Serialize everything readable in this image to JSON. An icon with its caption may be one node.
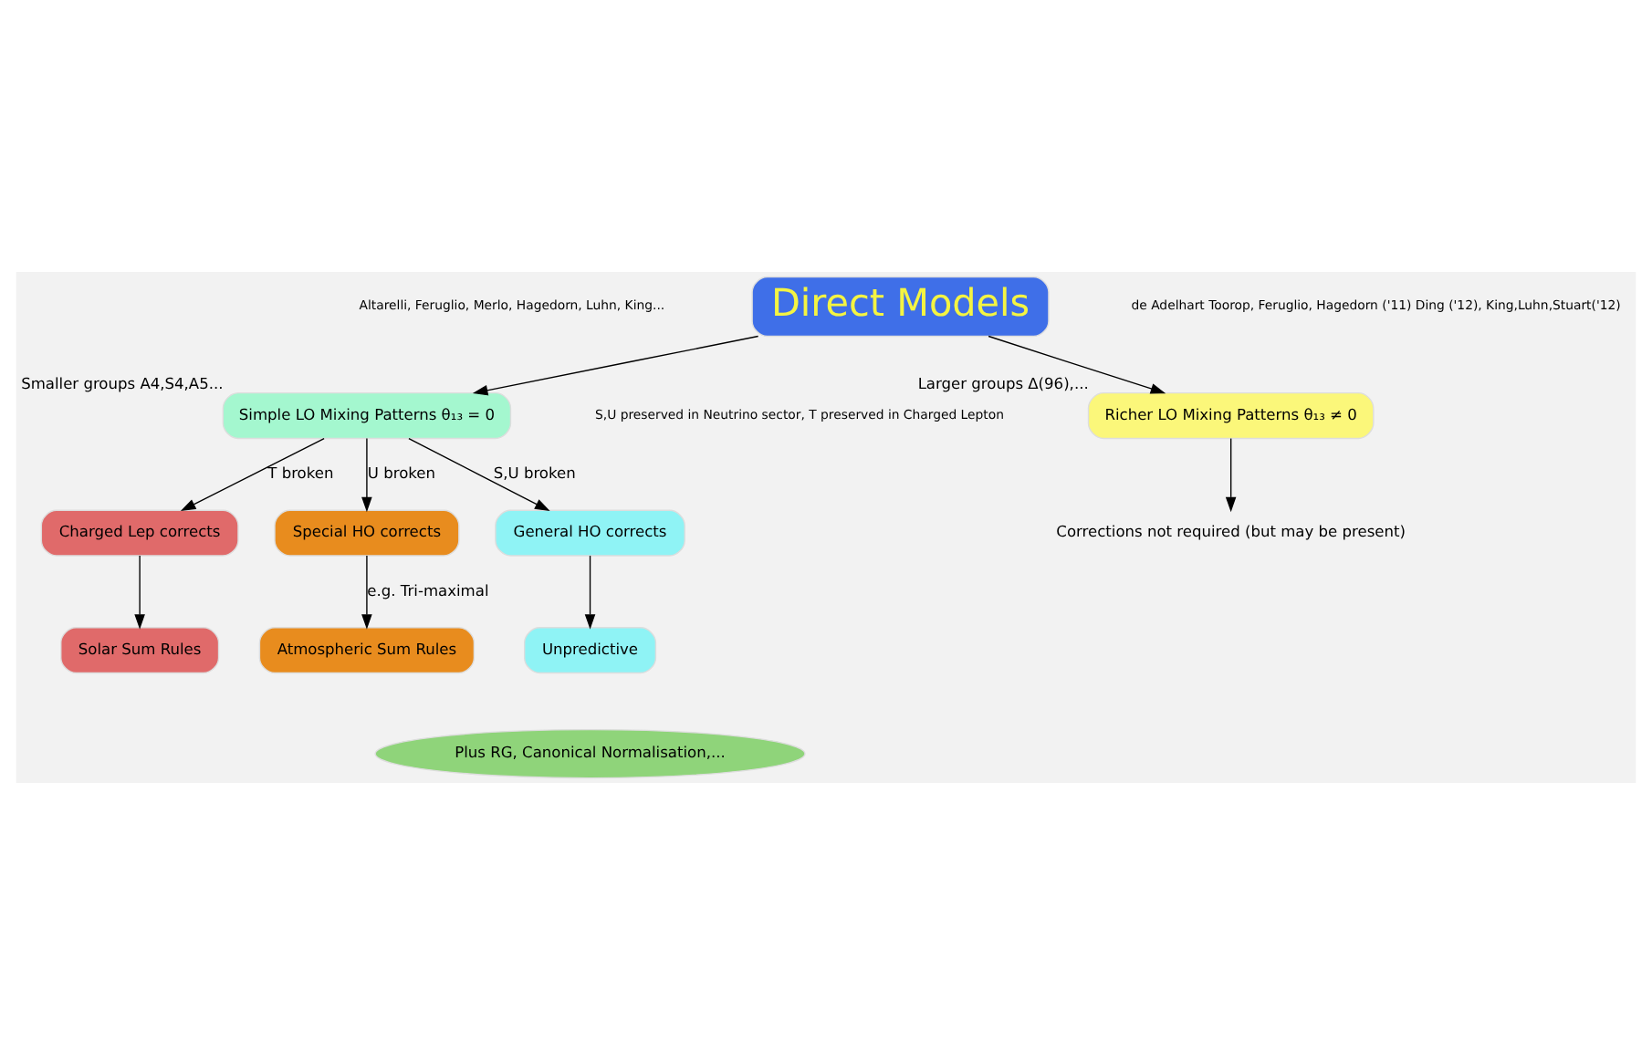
{
  "diagram": {
    "nodes": [
      {
        "text": [
          "Direct Models"
        ]
      },
      {
        "text": [
          "Simple LO Mixing Patterns θ₁₃ = 0"
        ],
        "beside": [
          "Smaller groups A4,S4,A5..."
        ]
      },
      {
        "text": [
          "Richer LO Mixing Patterns θ₁₃ ≠ 0"
        ],
        "beside": [
          "Larger groups Δ(96),..."
        ]
      },
      {
        "text": [
          "Charged Lep corrects"
        ]
      },
      {
        "text": [
          "Special HO corrects"
        ]
      },
      {
        "text": [
          "General HO corrects"
        ]
      },
      {
        "text": [
          "Corrections not required (but may be present)"
        ]
      },
      {
        "text": [
          "Solar Sum Rules"
        ]
      },
      {
        "text": [
          "Atmospheric Sum Rules"
        ]
      },
      {
        "text": [
          "Unpredictive"
        ]
      },
      {
        "text": [
          "Plus RG, Canonical Normalisation,..."
        ]
      }
    ],
    "edges": [
      {
        "from": 0,
        "to": 1,
        "arrow": "to"
      },
      {
        "from": 0,
        "to": 2,
        "arrow": "to"
      },
      {
        "from": 1,
        "to": 3,
        "arrow": "to",
        "label": "T broken"
      },
      {
        "from": 1,
        "to": 4,
        "arrow": "to",
        "label": "U broken"
      },
      {
        "from": 1,
        "to": 5,
        "arrow": "to",
        "label": "S,U broken"
      },
      {
        "from": 2,
        "to": 6,
        "arrow": "to"
      },
      {
        "from": 3,
        "to": 7,
        "arrow": "to"
      },
      {
        "from": 4,
        "to": 8,
        "arrow": "to",
        "label": "e.g. Tri-maximal"
      },
      {
        "from": 5,
        "to": 9,
        "arrow": "to"
      }
    ],
    "labels": [
      "Altarelli, Feruglio, Merlo, Hagedorn, Luhn, King...",
      "de Adelhart Toorop, Feruglio, Hagedorn ('11) Ding ('12), King,Luhn,Stuart('12)",
      "S,U preserved in Neutrino sector, T preserved in Charged Lepton"
    ]
  }
}
